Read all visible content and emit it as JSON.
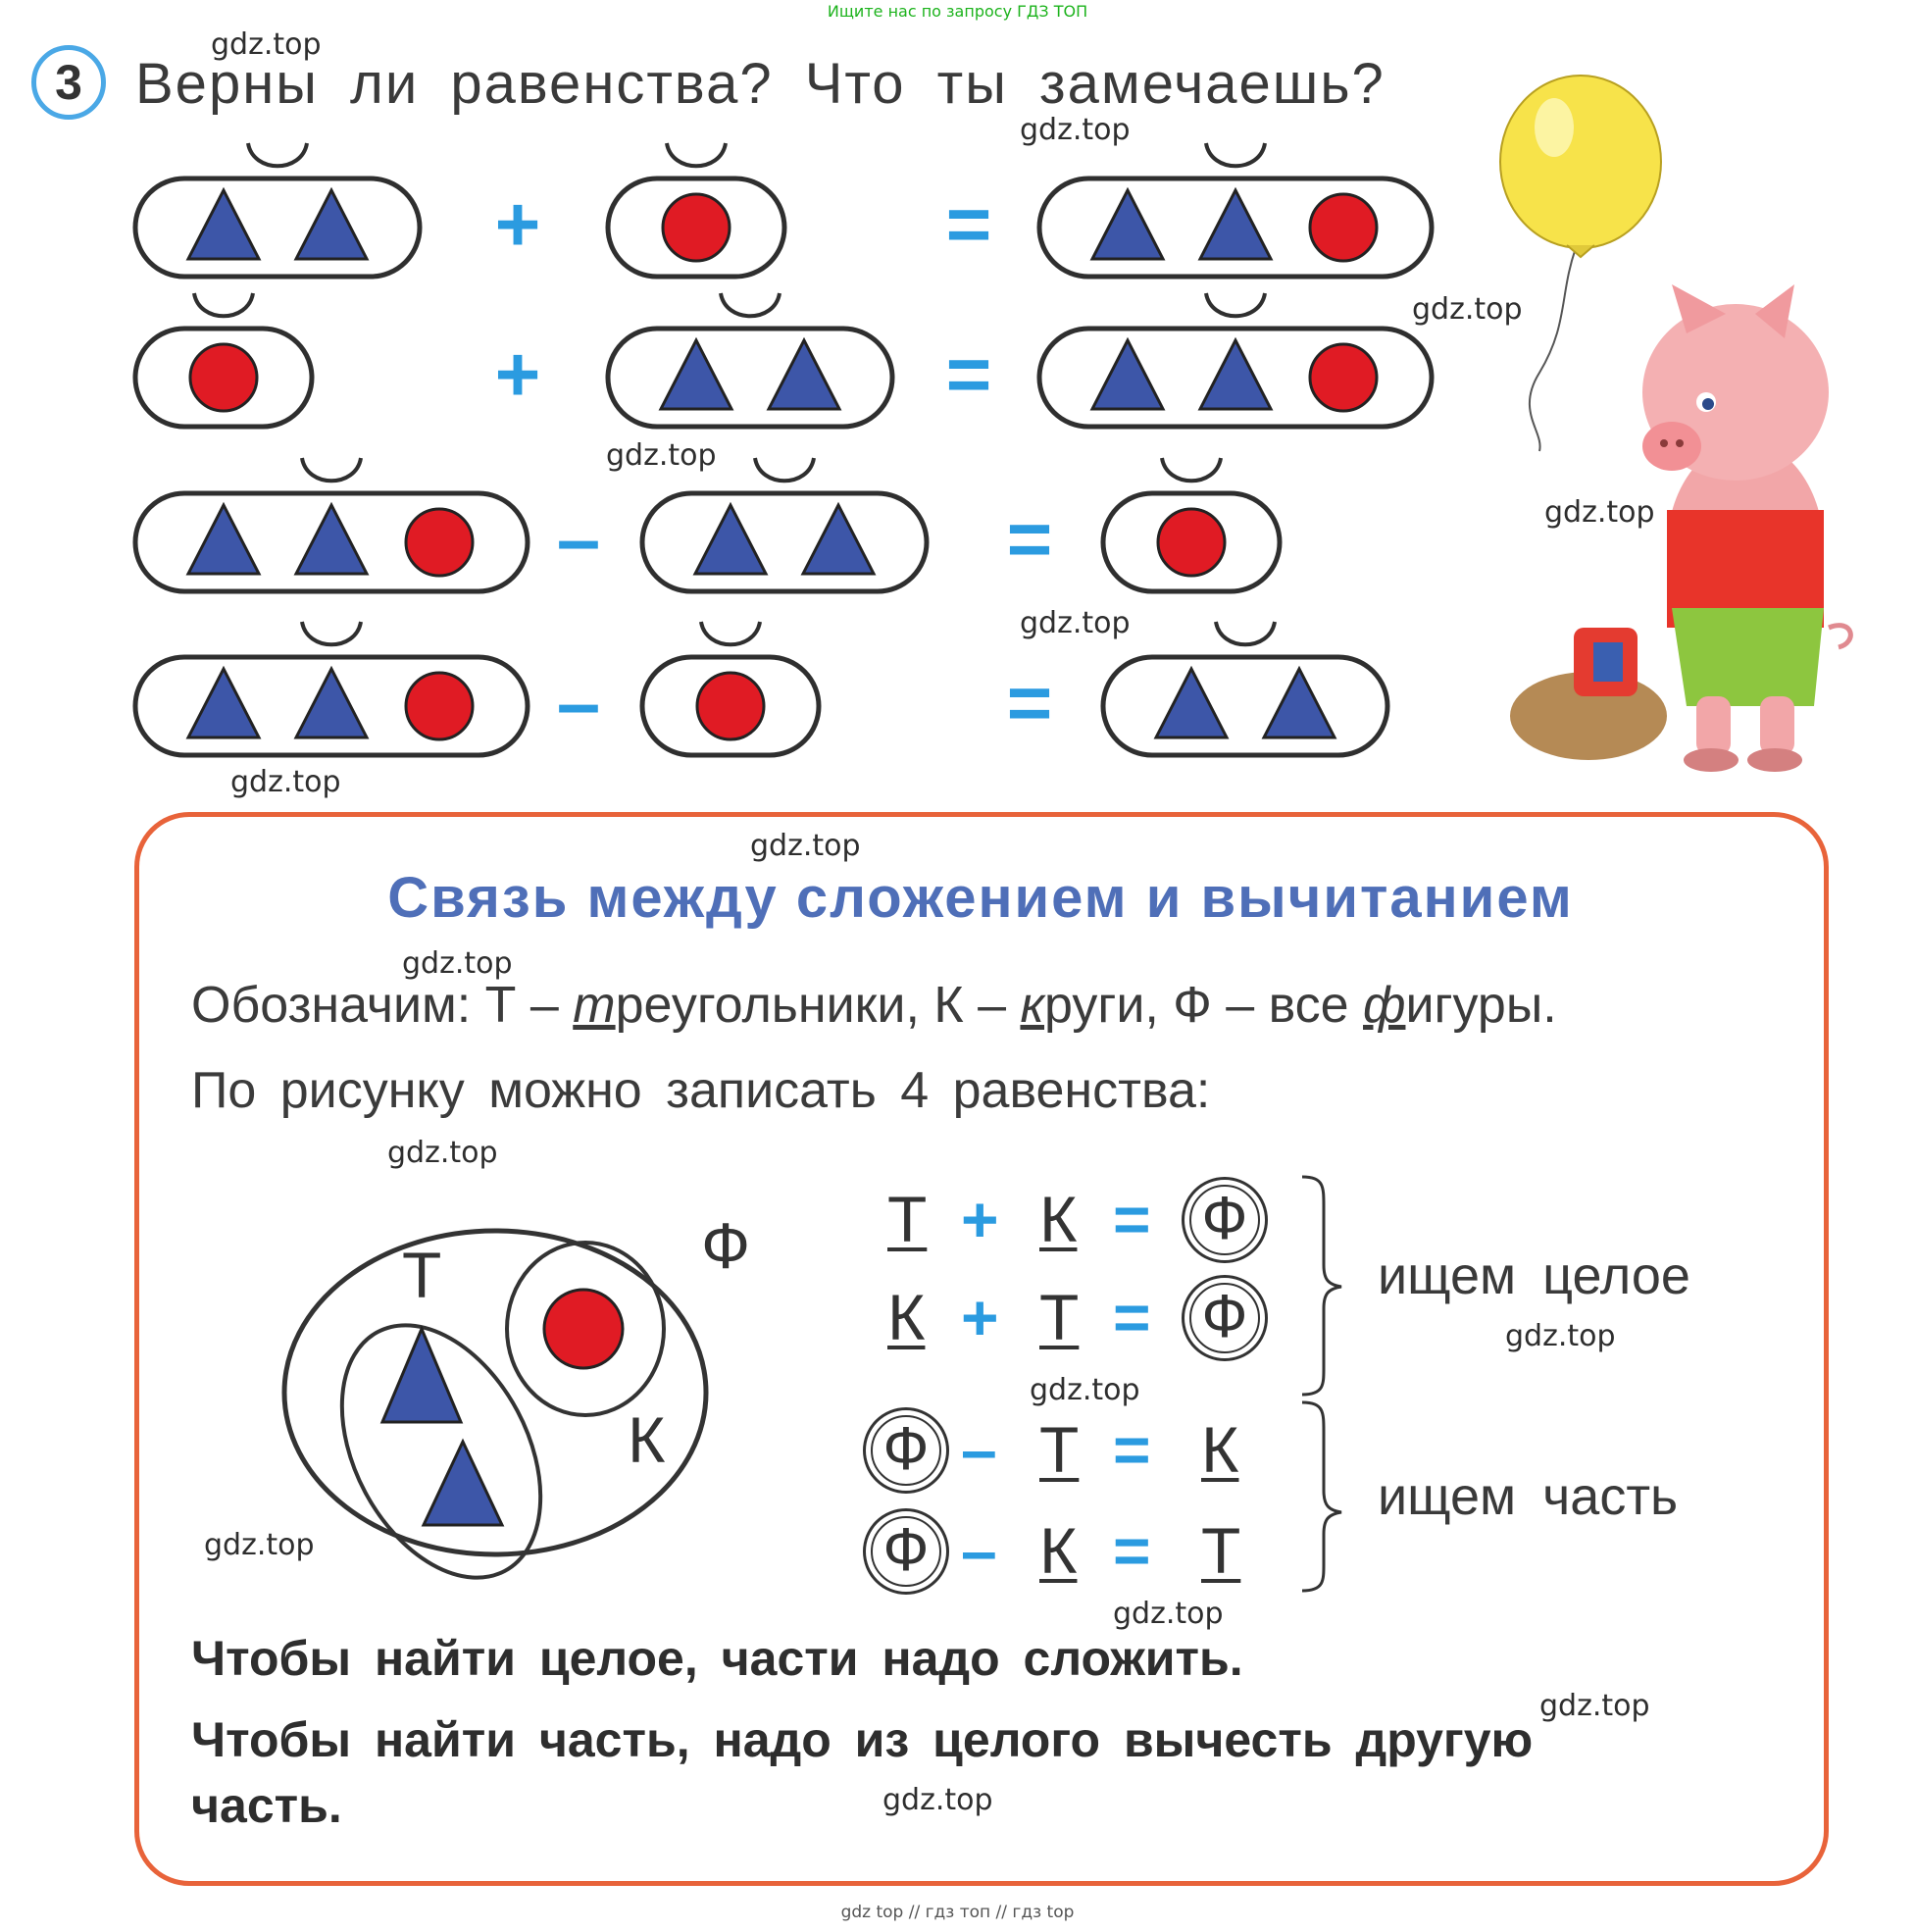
{
  "header_note": "Ищите нас по запросу ГДЗ ТОП",
  "footer_note": "gdz top  //  гдз топ  //  гдз top",
  "watermark": "gdz.top",
  "task": {
    "number": "3",
    "question": "Верны ли равенства? Что ты замечаешь?"
  },
  "operators": {
    "plus": "+",
    "minus": "–",
    "equals": "="
  },
  "equations": [
    {
      "left": [
        "triangle",
        "triangle"
      ],
      "op": "+",
      "middle": [
        "circle"
      ],
      "right": [
        "triangle",
        "triangle",
        "circle"
      ]
    },
    {
      "left": [
        "circle"
      ],
      "op": "+",
      "middle": [
        "triangle",
        "triangle"
      ],
      "right": [
        "triangle",
        "triangle",
        "circle"
      ]
    },
    {
      "left": [
        "triangle",
        "triangle",
        "circle"
      ],
      "op": "–",
      "middle": [
        "triangle",
        "triangle"
      ],
      "right": [
        "circle"
      ]
    },
    {
      "left": [
        "triangle",
        "triangle",
        "circle"
      ],
      "op": "–",
      "middle": [
        "circle"
      ],
      "right": [
        "triangle",
        "triangle"
      ]
    }
  ],
  "rule_box": {
    "title": "Связь между сложением и вычитанием",
    "denote_prefix": "Обозначим: Т – ",
    "t_letter": "т",
    "t_rest": "реугольники, К – ",
    "k_letter": "к",
    "k_rest": "руги, Ф – все ",
    "f_letter": "ф",
    "f_rest": "игуры.",
    "line2": "По рисунку можно записать 4 равенства:",
    "diagram_labels": {
      "whole": "Ф",
      "triangles": "Т",
      "circles": "К"
    },
    "formulas": [
      {
        "a": "Т",
        "op": "+",
        "b": "К",
        "eq": "=",
        "c": "Ф"
      },
      {
        "a": "К",
        "op": "+",
        "b": "Т",
        "eq": "=",
        "c": "Ф"
      },
      {
        "a": "Ф",
        "op": "–",
        "b": "Т",
        "eq": "=",
        "c": "К"
      },
      {
        "a": "Ф",
        "op": "–",
        "b": "К",
        "eq": "=",
        "c": "Т"
      }
    ],
    "group_whole": "ищем целое",
    "group_part": "ищем часть",
    "rule1": "Чтобы найти целое, части надо сложить.",
    "rule2a": "Чтобы найти часть, надо из целого вычесть другую",
    "rule2b": "часть."
  },
  "colors": {
    "triangle": "#3d56a8",
    "circle": "#e01b24",
    "operator": "#2b9be0",
    "frame": "#e8633a",
    "title": "#4f6fb8",
    "balloon": "#f7e34a"
  }
}
